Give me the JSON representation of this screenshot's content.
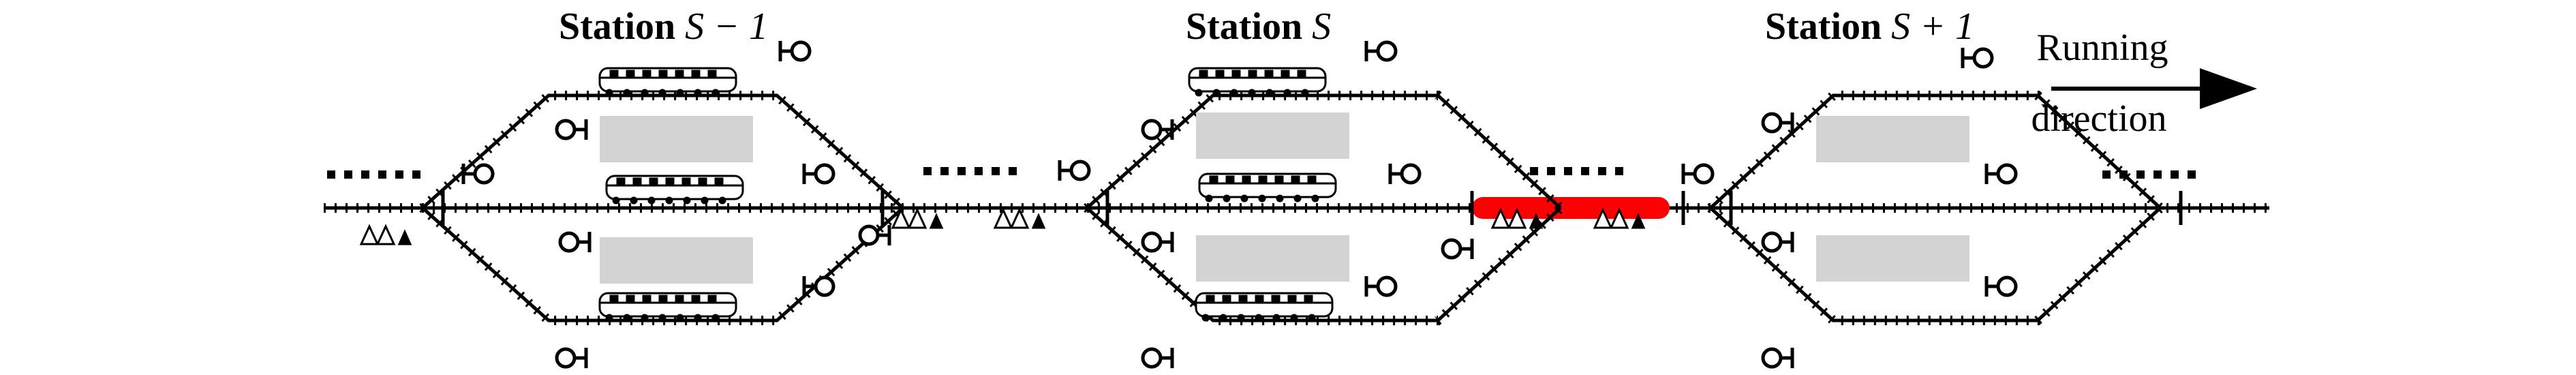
{
  "stations": [
    {
      "label": "Station",
      "var": "S",
      "suffix": " − 1",
      "has_block_before": true
    },
    {
      "label": "Station",
      "var": "S",
      "suffix": "",
      "has_block_before": true
    },
    {
      "label": "Station",
      "var": "S",
      "suffix": " + 1",
      "has_block_before": false
    }
  ],
  "running_direction": {
    "line1": "Running",
    "line2": "direction"
  },
  "colors": {
    "line": "#000000",
    "platform": "#d3d3d3",
    "occupied_section": "#ff0000"
  },
  "icons": {
    "train": "train-icon",
    "signal": "signal-icon",
    "balise": "balise-group-icon",
    "ellipsis": "ellipsis-dots"
  }
}
